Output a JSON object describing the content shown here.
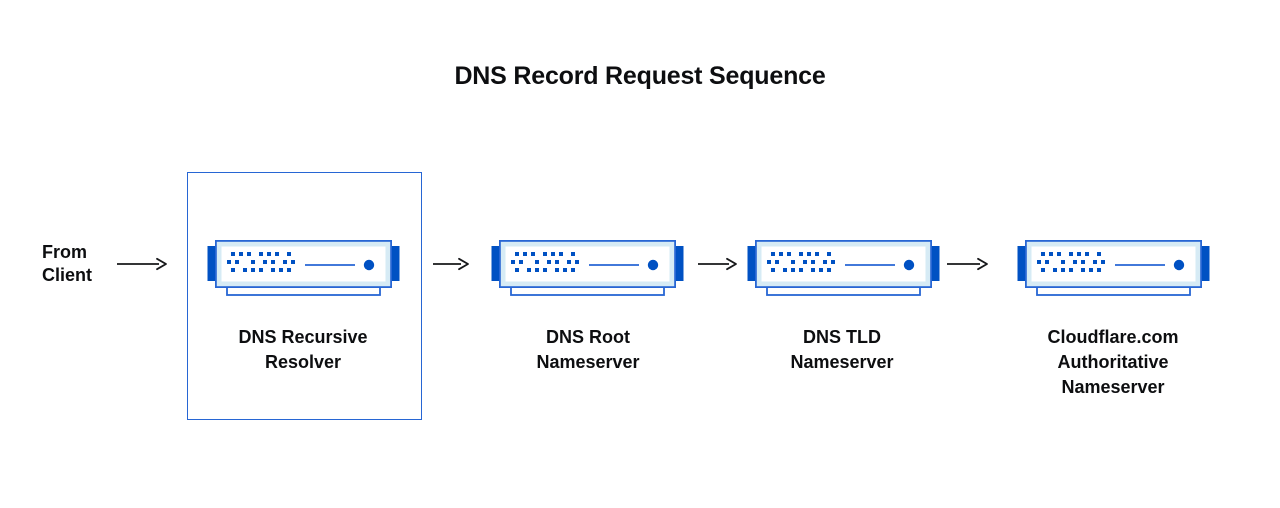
{
  "title": "DNS Record Request Sequence",
  "source": {
    "label": "From\nClient"
  },
  "nodes": [
    {
      "id": "dns-recursive-resolver",
      "label": "DNS Recursive\nResolver",
      "highlighted": true
    },
    {
      "id": "dns-root-nameserver",
      "label": "DNS Root\nNameserver",
      "highlighted": false
    },
    {
      "id": "dns-tld-nameserver",
      "label": "DNS TLD\nNameserver",
      "highlighted": false
    },
    {
      "id": "cloudflare-authoritative-nameserver",
      "label": "Cloudflare.com\nAuthoritative\nNameserver",
      "highlighted": false
    }
  ],
  "colors": {
    "accent_blue": "#0051c3",
    "border_blue": "#2766d4",
    "pale_blue": "#d6ebf5",
    "text": "#0d0e10",
    "arrow": "#17181a"
  }
}
